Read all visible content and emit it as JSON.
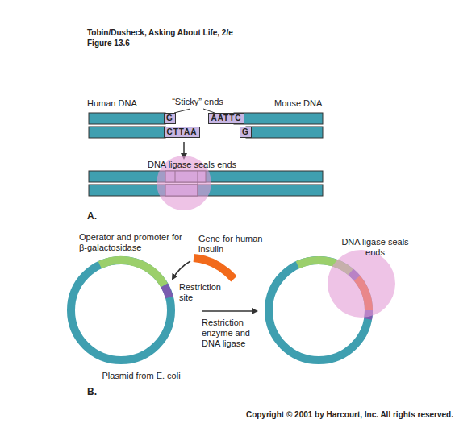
{
  "diagram": {
    "nodes": [
      {
        "text": [
          "G"
        ]
      },
      {
        "text": [
          "CTTAA"
        ]
      },
      {
        "text": [
          "AATTC"
        ]
      },
      {
        "text": [
          "G"
        ]
      }
    ],
    "labels": [
      "Tobin/Dusheck, Asking About Life, 2/e",
      "Figure 13.6",
      "Human DNA",
      "“Sticky” ends",
      "Mouse DNA",
      "DNA ligase seals ends",
      "A.",
      "Operator and promoter for β-galactosidase",
      "Gene for human insulin",
      "Restriction site",
      "Restriction enzyme and DNA ligase",
      "Plasmid from E. coli",
      "DNA ligase seals ends",
      "B.",
      "Copyright © 2001 by Harcourt, Inc. All rights reserved."
    ]
  }
}
